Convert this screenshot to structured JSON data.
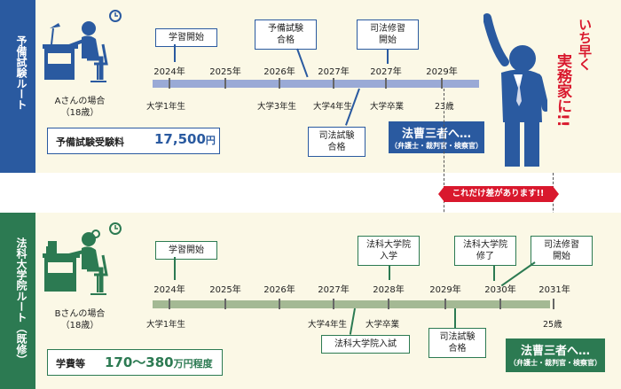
{
  "route1": {
    "sidebar_label": "予備試験ルート",
    "person_label": "Aさんの場合",
    "person_age": "（18歳）",
    "years": [
      "2024年",
      "2025年",
      "2026年",
      "2027年",
      "2027年",
      "2029年"
    ],
    "stages": {
      "s1": "大学1年生",
      "s2": "大学3年生",
      "s3": "大学4年生",
      "s4": "大学卒業",
      "s5": "23歳"
    },
    "callouts": {
      "study_start": "学習開始",
      "prelim_pass": [
        "予備試験",
        "合格"
      ],
      "bar_pass": [
        "司法試験",
        "合格"
      ],
      "training_start": [
        "司法修習",
        "開始"
      ]
    },
    "fee_label": "予備試験受験料",
    "fee_value": "17,500",
    "fee_unit": "円",
    "destination": {
      "title": "法曹三者へ…",
      "sub": "（弁護士・裁判官・検察官）"
    },
    "slogan": [
      "いち早く",
      "実務家に!!"
    ]
  },
  "gap_label": "これだけ差があります!!",
  "route2": {
    "sidebar_label": "法科大学院ルート（既修）",
    "person_label": "Bさんの場合",
    "person_age": "（18歳）",
    "years": [
      "2024年",
      "2025年",
      "2026年",
      "2027年",
      "2028年",
      "2029年",
      "2030年",
      "2031年"
    ],
    "stages": {
      "s1": "大学1年生",
      "s2": "大学4年生",
      "s3": "大学卒業",
      "s4": "25歳"
    },
    "callouts": {
      "study_start": "学習開始",
      "ls_enter": [
        "法科大学院",
        "入学"
      ],
      "ls_exam": "法科大学院入試",
      "ls_finish": [
        "法科大学院",
        "修了"
      ],
      "bar_pass": [
        "司法試験",
        "合格"
      ],
      "training_start": [
        "司法修習",
        "開始"
      ]
    },
    "fee_label": "学費等",
    "fee_value": "170～380",
    "fee_unit": "万円程度",
    "destination": {
      "title": "法曹三者へ…",
      "sub": "（弁護士・裁判官・検察官）"
    }
  },
  "colors": {
    "blue": "#2a5aa0",
    "green": "#2c7a52",
    "red": "#d9182d",
    "bar_blue": "#9aaad6",
    "bar_green": "#a4b994"
  }
}
